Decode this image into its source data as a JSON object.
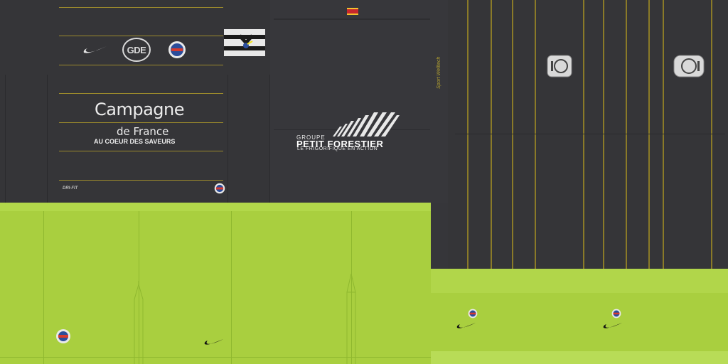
{
  "front": {
    "brand": "GDE",
    "sponsor": {
      "title": "Campagne",
      "subtitle": "de France",
      "tagline": "AU COEUR DES SAVEURS"
    },
    "tech_label": "DRI-FIT"
  },
  "back": {
    "sponsor": {
      "group": "GROUPE",
      "name": "PETIT FORESTIER",
      "slogan": "LE FRIGORIFIQUE EN ACTION"
    },
    "signature": "Sport Welltech"
  },
  "colors": {
    "shirt": "#36363a",
    "pinstripe": "#9c8a2c",
    "shorts": "#a9cf3f",
    "text": "#ececec"
  },
  "icons": {
    "nike": "swoosh-icon",
    "ligue": "ligue-badge-icon",
    "club": "club-badge-icon",
    "patch": "ligue1-patch-icon"
  }
}
